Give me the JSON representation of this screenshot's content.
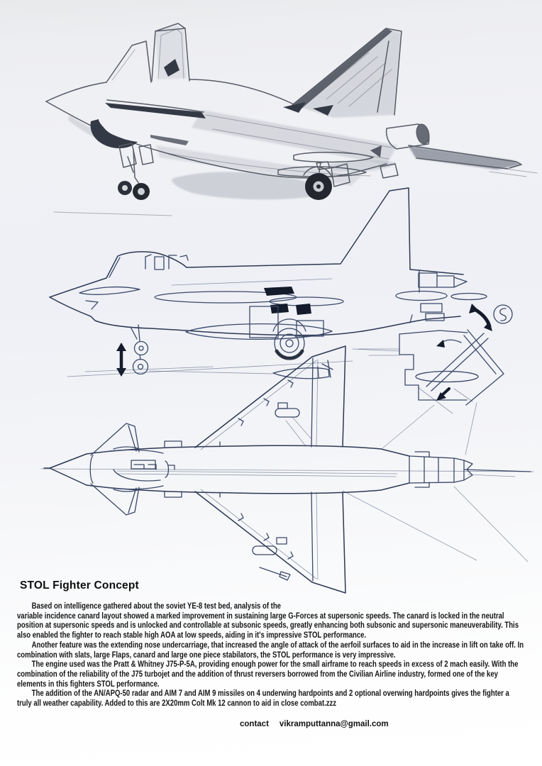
{
  "document": {
    "title": "STOL Fighter Concept",
    "paragraphs": [
      {
        "indent": true,
        "text": "Based on intelligence gathered about the soviet YE-8 test bed, analysis of the"
      },
      {
        "indent": false,
        "text": "variable incidence canard layout showed a marked improvement in sustaining large G-Forces at supersonic speeds. The canard is locked in the neutral position at supersonic speeds and is unlocked and controllable at subsonic speeds, greatly enhancing both subsonic and supersonic maneuverability. This also enabled the fighter to reach stable high AOA at low speeds, aiding in it's impressive STOL performance."
      },
      {
        "indent": true,
        "text": "Another feature was the extending nose undercarriage, that increased the angle of attack of the aerfoil surfaces to aid in the increase in lift on take off. In combination with slats, large Flaps, canard and large one piece stabilators, the STOL performance is very impressive."
      },
      {
        "indent": true,
        "text": "The engine used was the Pratt & Whitney J75-P-5A, providing enough power for the small airframe to reach speeds in excess of 2 mach easily. With the combination of the reliability of the J75 turbojet and the addition of thrust reversers borrowed from the Civilian Airline industry, formed one of the key elements in this fighters STOL performance."
      },
      {
        "indent": true,
        "text": "The addition of the AN/APQ-50 radar and AIM 7 and AIM 9 missiles on 4 underwing hardpoints and 2 optional overwing hardpoints gives the fighter a truly all weather capability. Added to this are 2X20mm Colt Mk 12 cannon to aid in close combat.zzz"
      }
    ],
    "contact": {
      "label": "contact",
      "email": "vikramputtanna@gmail.com"
    }
  },
  "figures": {
    "perspective_view": "three-quarter perspective pencil sketch of STOL fighter",
    "side_view": "side elevation ink sketch with gear-extension and stabilator motion arrows",
    "plan_view": "top plan ink sketch with thrust-reverser detail"
  },
  "colors": {
    "paper": "#f0f1f5",
    "ink": "#3a4869",
    "graphite": "#575c66",
    "arrow_black": "#141b2b"
  }
}
